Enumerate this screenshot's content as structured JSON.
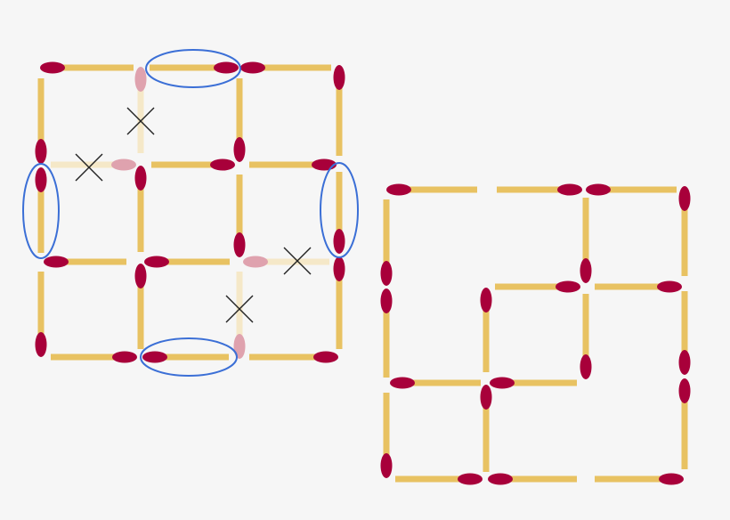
{
  "colors": {
    "background": "#f6f6f6",
    "stick": "#e8c262",
    "stick_faded": "#f5e8c8",
    "head": "#a8003a",
    "head_faded": "#dfa2ae",
    "highlight": "#3b6fd6",
    "cross": "#222222"
  },
  "icons": {
    "matchstick": "matchstick-icon",
    "removed_matchstick": "faded-matchstick-icon",
    "moved_marker": "ellipse-highlight",
    "removed_marker": "x-cross-icon"
  },
  "left_puzzle": {
    "grid": "3x3 squares",
    "matches_total": 24,
    "removed_matches": 4,
    "highlighted_matches": 4
  },
  "right_puzzle": {
    "matches_total": 20
  }
}
